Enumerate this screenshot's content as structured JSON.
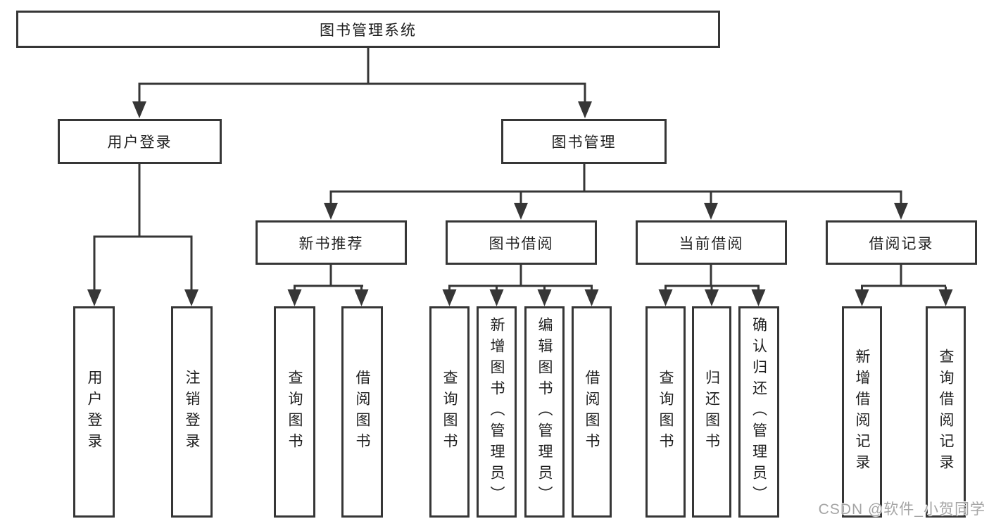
{
  "colors": {
    "line": "#363636",
    "text": "#1f1f1f",
    "watermark": "#a5a5a5"
  },
  "nodes": {
    "root": "图书管理系统",
    "user_login": "用户登录",
    "book_management": "图书管理",
    "new_book_recommend": "新书推荐",
    "book_borrow": "图书借阅",
    "current_borrow": "当前借阅",
    "borrow_records": "借阅记录",
    "leaf_user_login": "用户登录",
    "leaf_logout": "注销登录",
    "leaf_recommend_query": "查询图书",
    "leaf_recommend_borrow": "借阅图书",
    "leaf_borrow_query": "查询图书",
    "leaf_borrow_add": "新增图书（管理员）",
    "leaf_borrow_edit": "编辑图书（管理员）",
    "leaf_borrow_borrow": "借阅图书",
    "leaf_current_query": "查询图书",
    "leaf_current_return": "归还图书",
    "leaf_current_confirm": "确认归还（管理员）",
    "leaf_records_add": "新增借阅记录",
    "leaf_records_query": "查询借阅记录"
  },
  "watermark": "CSDN @软件_小贺同学"
}
